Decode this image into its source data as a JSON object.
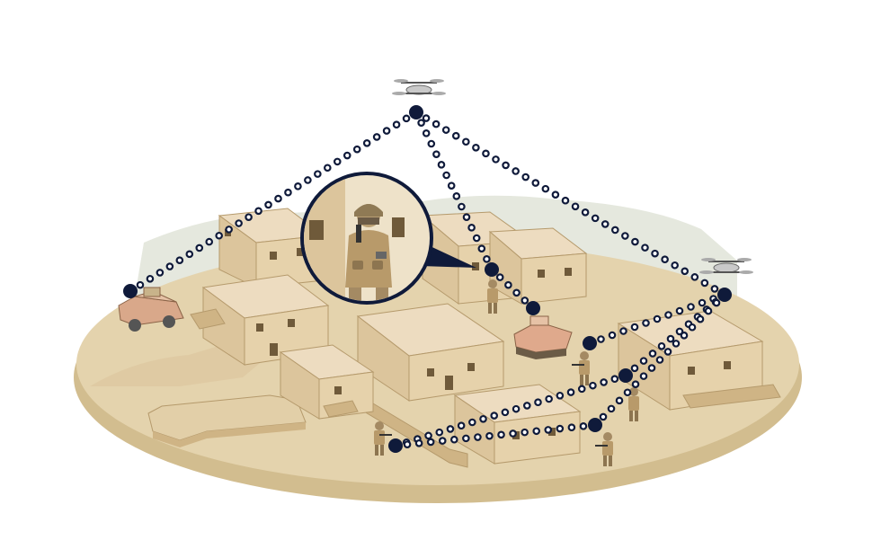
{
  "diagram": {
    "nodes": [
      {
        "id": "drone-top",
        "kind": "drone"
      },
      {
        "id": "drone-right",
        "kind": "drone"
      },
      {
        "id": "vehicle-left",
        "kind": "vehicle"
      },
      {
        "id": "soldier-spotlight",
        "kind": "soldier-with-radio"
      },
      {
        "id": "soldier-center",
        "kind": "soldier"
      },
      {
        "id": "robot-tank",
        "kind": "robot"
      },
      {
        "id": "soldier-mid-right",
        "kind": "soldier"
      },
      {
        "id": "soldier-right",
        "kind": "soldier"
      },
      {
        "id": "soldier-bottom-right",
        "kind": "soldier"
      },
      {
        "id": "soldier-bottom-left",
        "kind": "soldier"
      }
    ],
    "links": [
      [
        "drone-top",
        "vehicle-left"
      ],
      [
        "drone-top",
        "soldier-spotlight"
      ],
      [
        "drone-top",
        "drone-right"
      ],
      [
        "soldier-spotlight",
        "robot-tank"
      ],
      [
        "drone-right",
        "soldier-mid-right"
      ],
      [
        "drone-right",
        "soldier-right"
      ],
      [
        "drone-right",
        "soldier-bottom-right"
      ],
      [
        "soldier-right",
        "soldier-bottom-left"
      ],
      [
        "soldier-bottom-right",
        "soldier-bottom-left"
      ]
    ],
    "colors": {
      "ground": "#e4d3ad",
      "ground_edge": "#d2bd8f",
      "building_top": "#eddcc0",
      "building_side": "#dcc59c",
      "building_outline": "#b59a6c",
      "link_color": "#0f1a3a",
      "backdrop": "#e5e8de"
    }
  }
}
